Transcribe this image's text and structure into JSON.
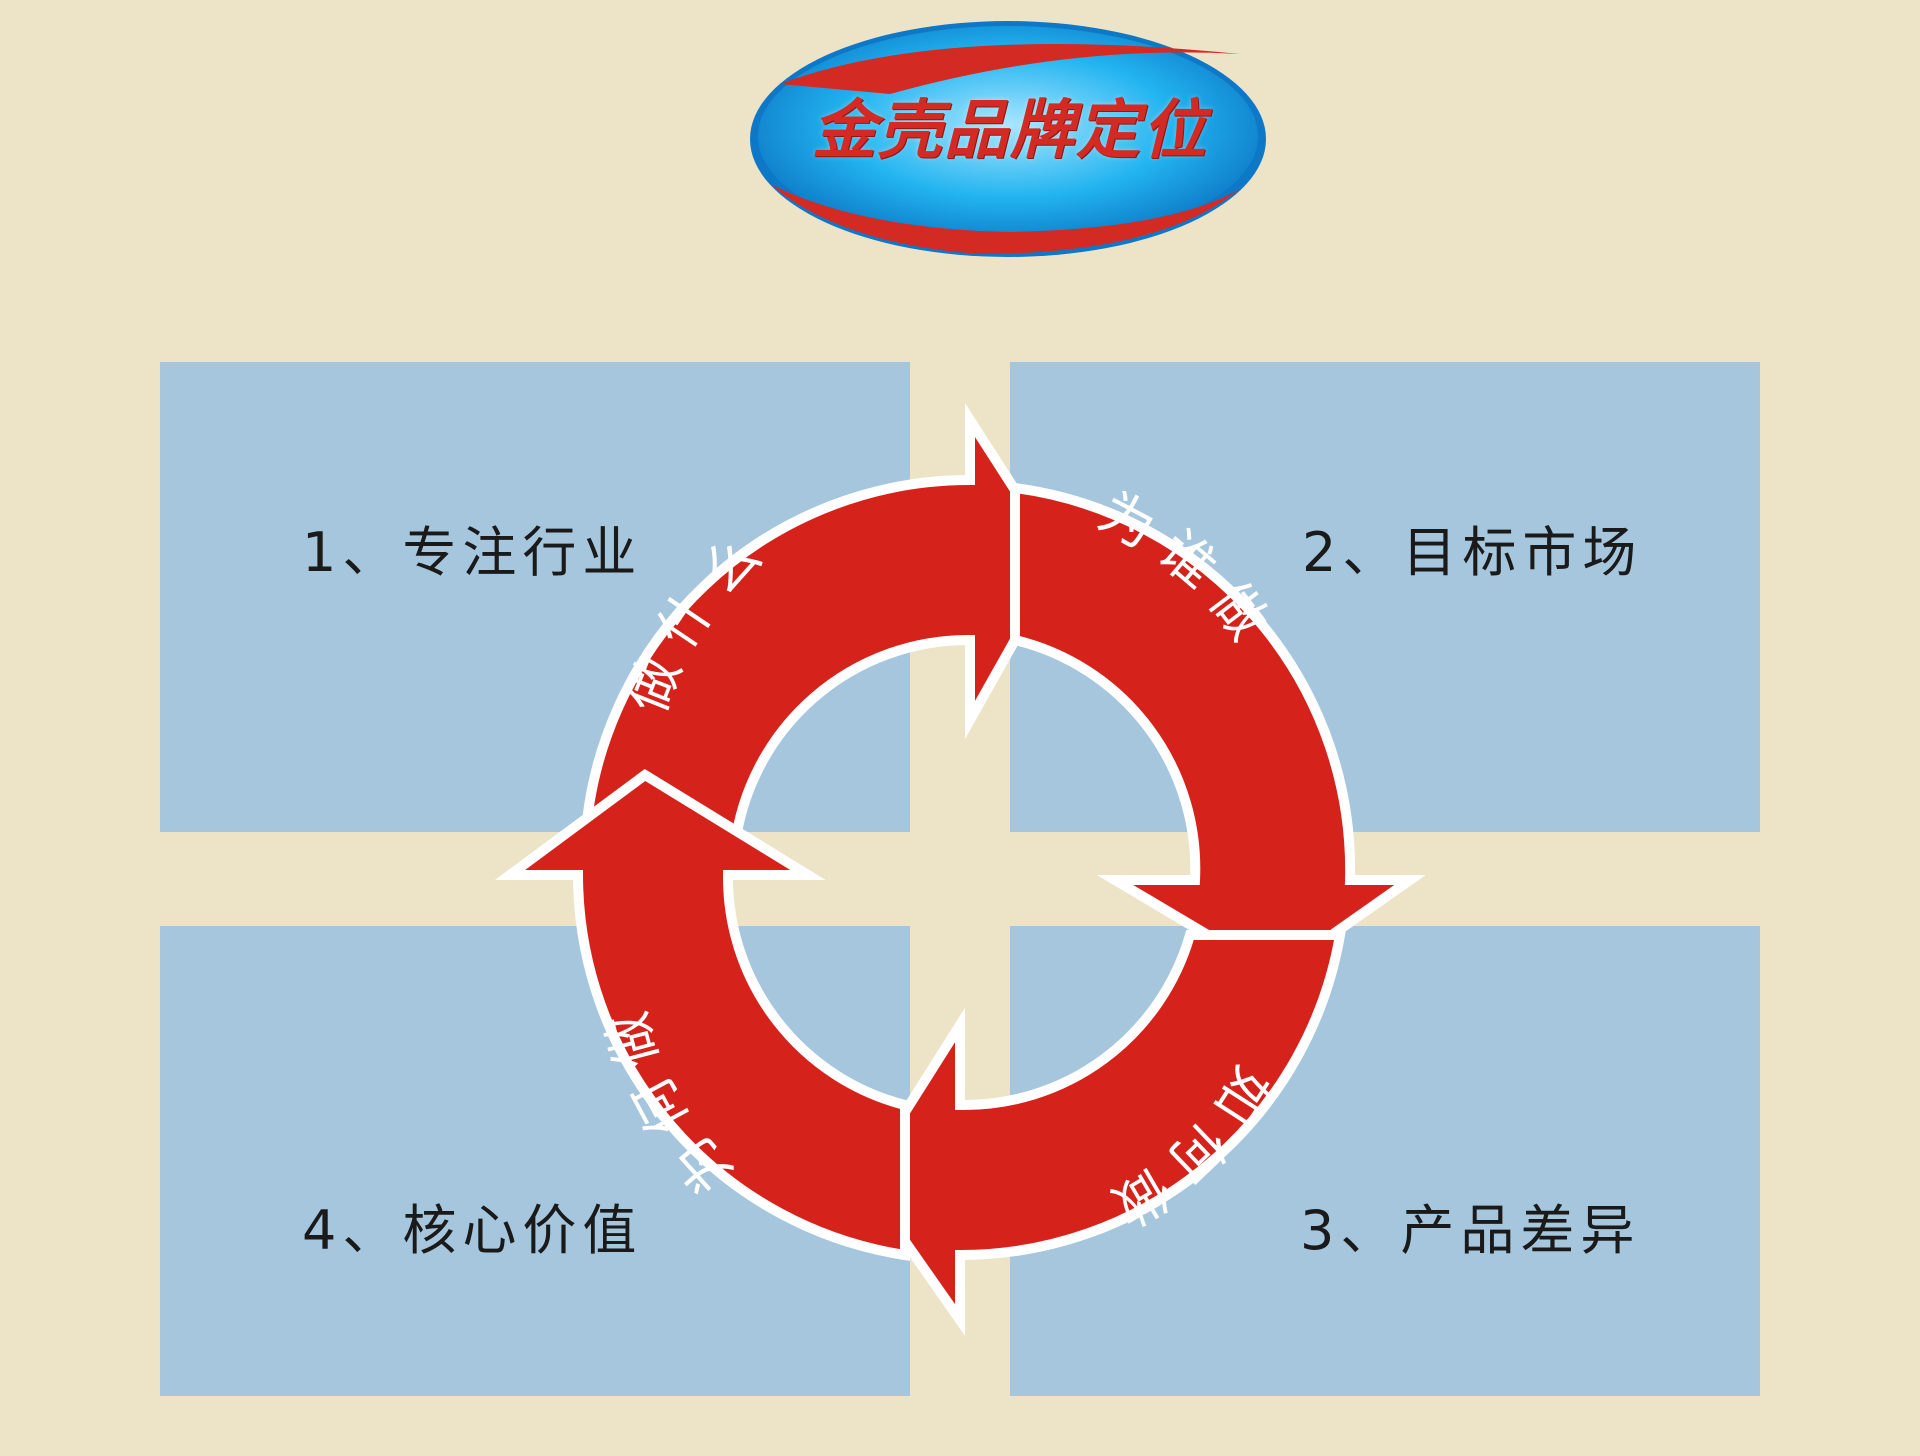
{
  "title": "金壳品牌定位",
  "colors": {
    "background": "#ede3c7",
    "panel": "#a5c6dc",
    "ring": "#d5231c",
    "badge_blue": "#1ea0e6",
    "badge_red": "#d32a24",
    "outline": "#ffffff"
  },
  "quadrants": [
    {
      "label": "1、专注行业"
    },
    {
      "label": "2、目标市场"
    },
    {
      "label": "3、产品差异"
    },
    {
      "label": "4、核心价值"
    }
  ],
  "cycle_steps": [
    {
      "text": "做什么"
    },
    {
      "text": "为谁做"
    },
    {
      "text": "如何做"
    },
    {
      "text": "为何做"
    }
  ]
}
